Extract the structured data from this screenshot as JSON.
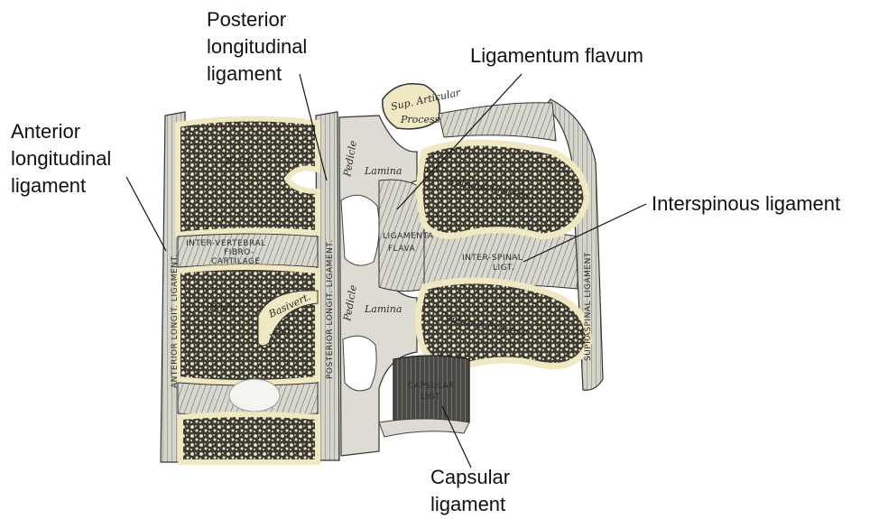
{
  "callouts": {
    "posterior_longitudinal": [
      "Posterior",
      "longitudinal",
      "ligament"
    ],
    "anterior_longitudinal": [
      "Anterior",
      "longitudinal",
      "ligament"
    ],
    "ligamentum_flavum": "Ligamentum flavum",
    "interspinous": "Interspinous ligament",
    "capsular": [
      "Capsular",
      "ligament"
    ]
  },
  "engraving_labels": {
    "body_upper": "Body",
    "body_lower": "Body",
    "sup_articular": [
      "Sup. Articular",
      "Process"
    ],
    "pedicle_upper": "Pedicle",
    "pedicle_lower": "Pedicle",
    "lamina_upper": "Lamina",
    "lamina_lower": "Lamina",
    "spinous_upper": "Spinous Process",
    "spinous_lower": "Spinous Process",
    "intervertebral": [
      "INTER-VERTEBRAL",
      "FIBRO-",
      "CARTILAGE"
    ],
    "ligamenta_flava": [
      "LIGAMENTA",
      "FLAVA"
    ],
    "inter_spinal": [
      "INTER-SPINAL",
      "LIGT."
    ],
    "capsular_ligt": [
      "CAPSULAR",
      "LIGT."
    ],
    "anterior_vertical": "ANTERIOR LONGIT. LIGAMENT.",
    "posterior_vertical": "POSTERIOR LONGIT. LIGAMENT.",
    "supraspinal_vertical": "SUPRASPINAL LIGAMENT",
    "basivert_vein": [
      "Basivert.",
      "vein"
    ]
  },
  "colors": {
    "bone_fill": "#f2ecc8",
    "cancellous": "#3a3a36",
    "ligament_gray": "#bdbdb4",
    "outline": "#222222"
  }
}
